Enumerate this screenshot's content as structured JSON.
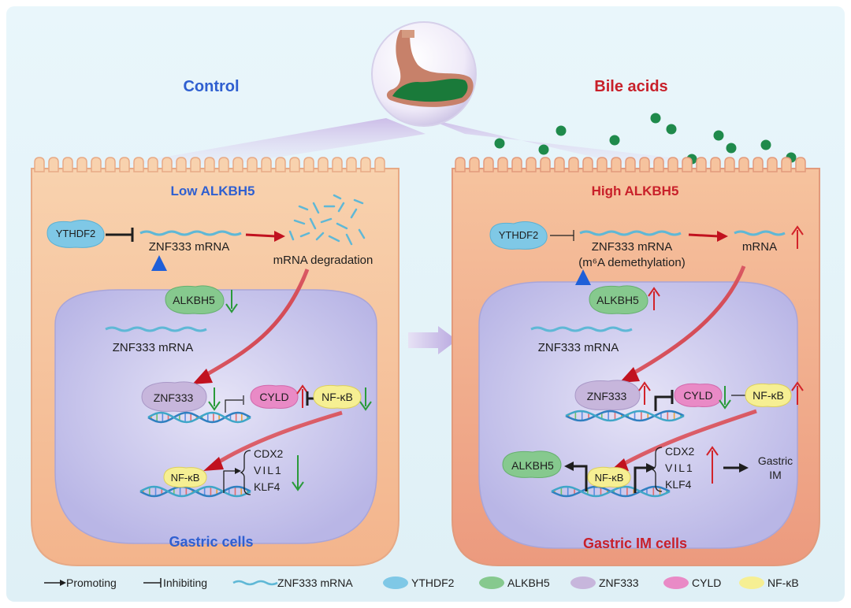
{
  "control": {
    "title": "Control",
    "level_title": "Low ALKBH5",
    "ythdf2": "YTHDF2",
    "mrna_label": "ZNF333 mRNA",
    "degradation": "mRNA degradation",
    "alkbh5": "ALKBH5",
    "nuc_mrna": "ZNF333 mRNA",
    "znf333": "ZNF333",
    "cyld": "CYLD",
    "nfkb": "NF-κB",
    "nfkb_dna": "NF-κB",
    "gene1": "CDX2",
    "gene2": "VIL1",
    "gene3": "KLF4",
    "footer": "Gastric cells"
  },
  "bile": {
    "title": "Bile acids",
    "level_title": "High ALKBH5",
    "ythdf2": "YTHDF2",
    "mrna_label": "ZNF333 mRNA",
    "mrna_sub": "(m⁶A demethylation)",
    "mrna_out": "mRNA",
    "alkbh5": "ALKBH5",
    "nuc_mrna": "ZNF333 mRNA",
    "znf333": "ZNF333",
    "cyld": "CYLD",
    "nfkb": "NF-κB",
    "alkbh5_out": "ALKBH5",
    "nfkb_dna": "NF-κB",
    "gene1": "CDX2",
    "gene2": "VIL1",
    "gene3": "KLF4",
    "outcome_1": "Gastric",
    "outcome_2": "IM",
    "footer": "Gastric IM cells"
  },
  "legend": {
    "promoting": "Promoting",
    "inhibiting": "Inhibiting",
    "mrna": "ZNF333 mRNA",
    "ythdf2": "YTHDF2",
    "alkbh5": "ALKBH5",
    "znf333": "ZNF333",
    "cyld": "CYLD",
    "nfkb": "NF-κB"
  },
  "colors": {
    "background": "#e6f4fa",
    "cell": "#f7c7a0",
    "nucleus": "#d7d6f1",
    "ythdf2": "#7fc8e6",
    "alkbh5": "#86c98e",
    "znf333": "#c7b6dc",
    "cyld": "#e98ac6",
    "nfkb": "#f6ef93",
    "bile_dot": "#1f8a4b",
    "up_red": "#d2232a",
    "down_green": "#2a9a3a",
    "blue_arrow": "#2c6fe0"
  }
}
